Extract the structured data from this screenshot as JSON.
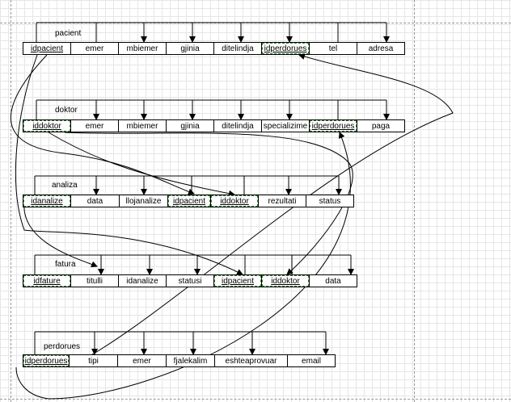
{
  "tables": {
    "pacient": {
      "title": "pacient",
      "columns": [
        "idpacient",
        "emer",
        "mbiemer",
        "gjinia",
        "ditelindja",
        "idperdorues",
        "tel",
        "adresa"
      ]
    },
    "doktor": {
      "title": "doktor",
      "columns": [
        "iddoktor",
        "emer",
        "mbiemer",
        "gjinia",
        "ditelindja",
        "specializime",
        "idperdorues",
        "paga"
      ]
    },
    "analiza": {
      "title": "analiza",
      "columns": [
        "idanalize",
        "data",
        "llojanalize",
        "idpacient",
        "iddoktor",
        "rezultati",
        "status"
      ]
    },
    "fatura": {
      "title": "fatura",
      "columns": [
        "idfature",
        "titulli",
        "idanalize",
        "statusi",
        "idpacient",
        "iddoktor",
        "data"
      ]
    },
    "perdorues": {
      "title": "perdorues",
      "columns": [
        "idperdorues",
        "tipi",
        "emer",
        "fjalekalim",
        "eshteaprovuar",
        "email"
      ]
    }
  }
}
